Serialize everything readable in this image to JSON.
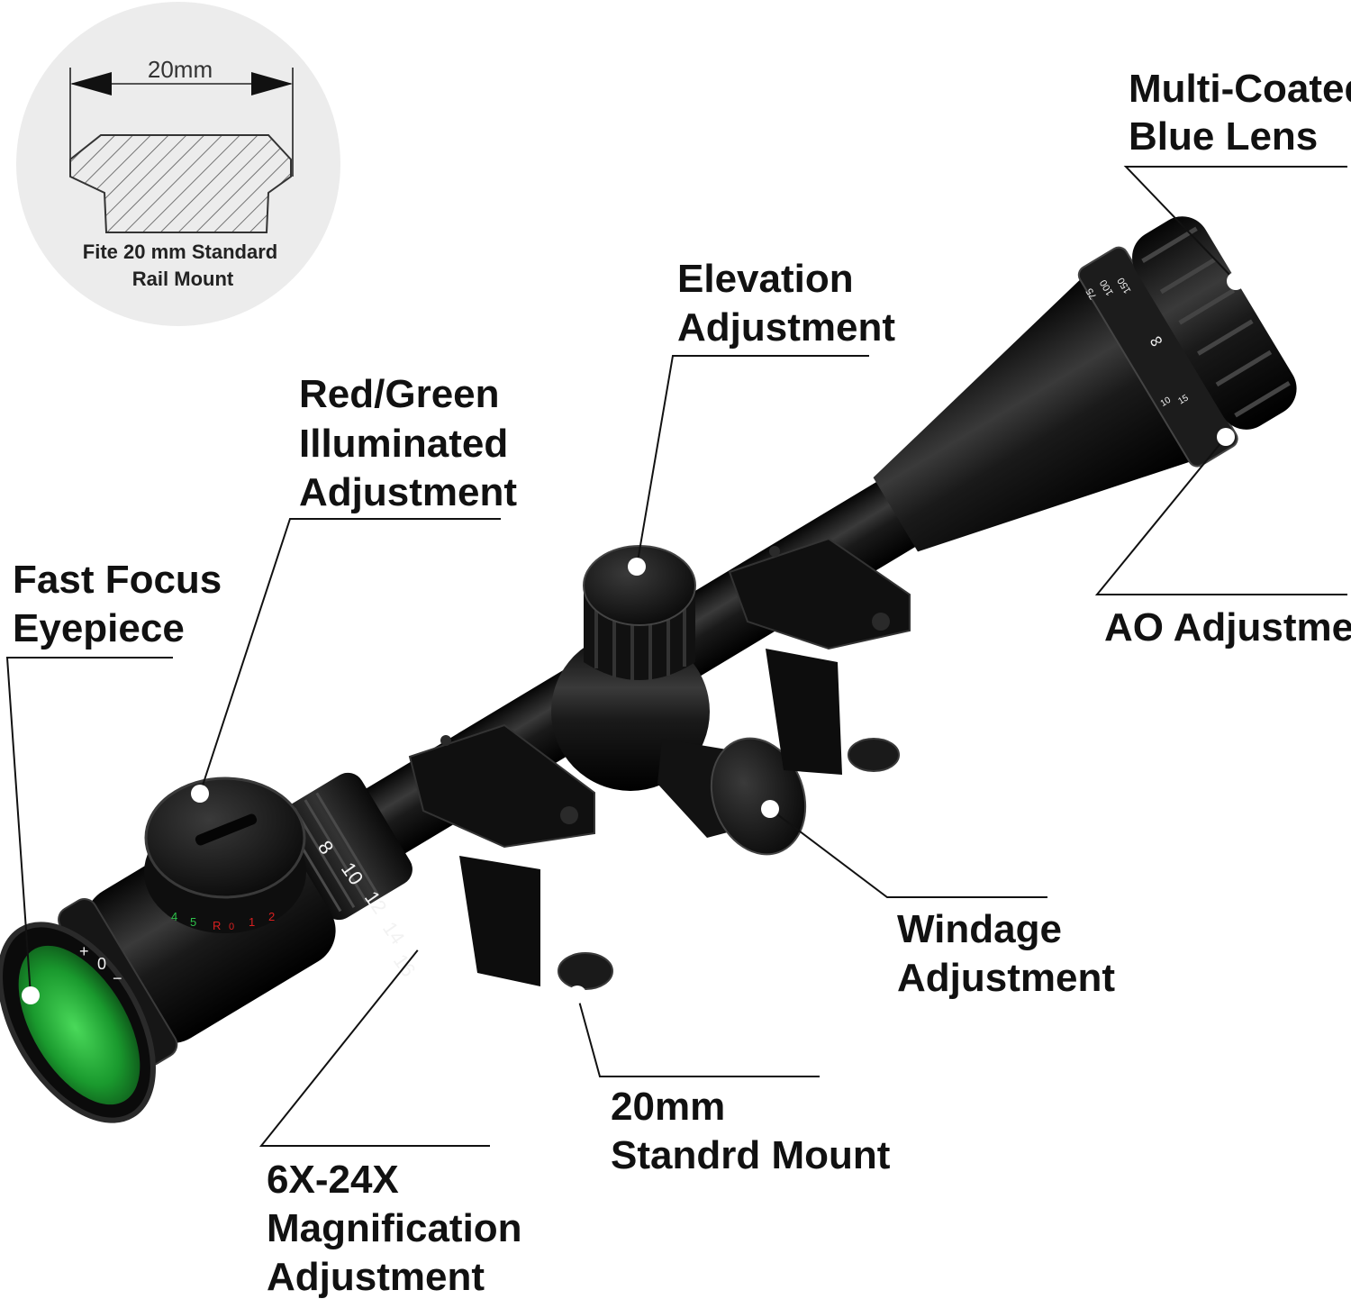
{
  "inset": {
    "dimension": "20mm",
    "caption_line1": "Fite 20 mm Standard",
    "caption_line2": "Rail Mount"
  },
  "callouts": {
    "multi_coated": {
      "line1": "Multi-Coated",
      "line2": "Blue Lens"
    },
    "elevation": {
      "line1": "Elevation",
      "line2": "Adjustment"
    },
    "illuminated": {
      "line1": "Red/Green",
      "line2": "Illuminated",
      "line3": "Adjustment"
    },
    "fast_focus": {
      "line1": "Fast Focus",
      "line2": "Eyepiece"
    },
    "ao": {
      "line1": "AO Adjustment"
    },
    "windage": {
      "line1": "Windage",
      "line2": "Adjustment"
    },
    "mount": {
      "line1": "20mm",
      "line2": "Standrd Mount"
    },
    "magnification": {
      "line1": "6X-24X",
      "line2": "Magnification",
      "line3": "Adjustment"
    }
  },
  "scope_markings": {
    "magnification_ring": [
      "8",
      "10",
      "12",
      "14",
      "16"
    ],
    "illumination_dial": [
      "4",
      "5",
      "R",
      "0",
      "1",
      "2"
    ],
    "diopter": [
      "+",
      "0",
      "−"
    ],
    "ao_ring": [
      "75",
      "100",
      "150",
      "∞",
      "10",
      "15"
    ]
  },
  "colors": {
    "background": "#ffffff",
    "label_text": "#111111",
    "inset_background": "#ececec",
    "scope_body": "#141414",
    "lens_green": "#1fa83a",
    "illum_green": "#2ec04a",
    "illum_red": "#d82020"
  }
}
